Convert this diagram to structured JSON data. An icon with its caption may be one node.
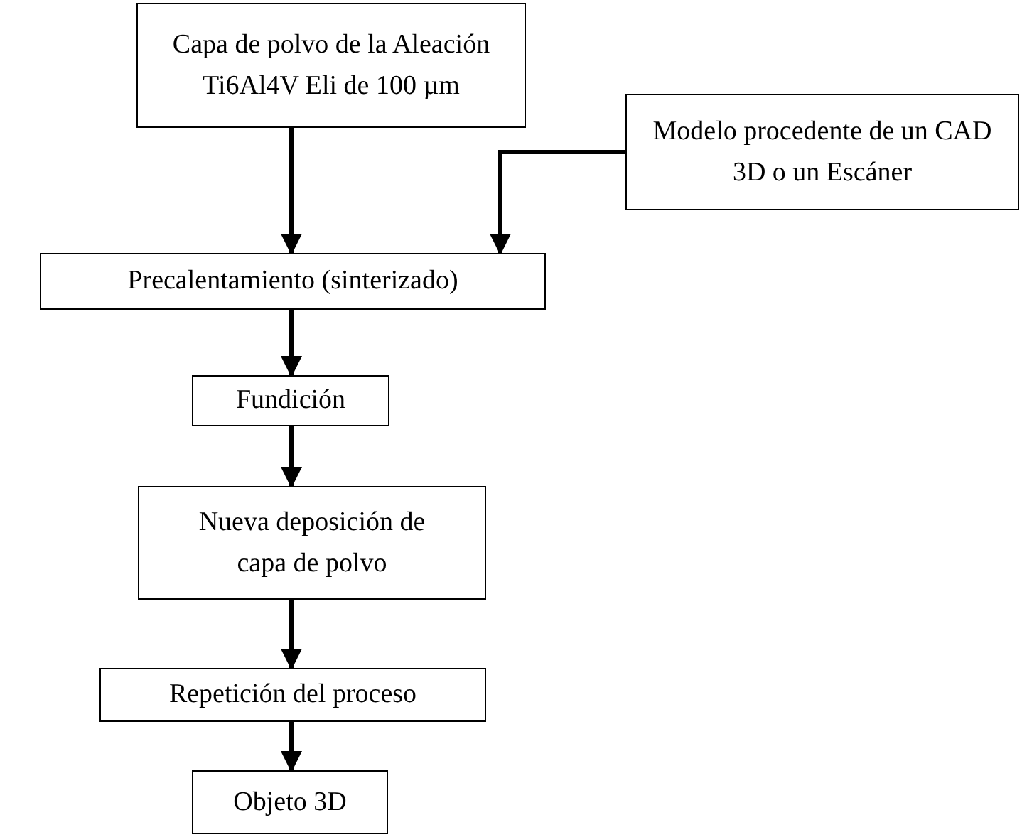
{
  "diagram": {
    "nodes": [
      {
        "text": [
          "Capa de polvo de la Aleación Ti6Al4V Eli de 100 µm"
        ]
      },
      {
        "text": [
          "Modelo procedente de un CAD 3D o un Escáner"
        ]
      },
      {
        "text": [
          "Precalentamiento (sinterizado)"
        ]
      },
      {
        "text": [
          "Fundición"
        ]
      },
      {
        "text": [
          "Nueva deposición de capa de polvo"
        ]
      },
      {
        "text": [
          "Repetición del proceso"
        ]
      },
      {
        "text": [
          "Objeto 3D"
        ]
      }
    ],
    "edges": [
      {
        "from": 0,
        "to": 2,
        "arrow": "to"
      },
      {
        "from": 1,
        "to": 2,
        "arrow": "to"
      },
      {
        "from": 2,
        "to": 3,
        "arrow": "to"
      },
      {
        "from": 3,
        "to": 4,
        "arrow": "to"
      },
      {
        "from": 4,
        "to": 5,
        "arrow": "to"
      },
      {
        "from": 5,
        "to": 6,
        "arrow": "to"
      }
    ]
  }
}
